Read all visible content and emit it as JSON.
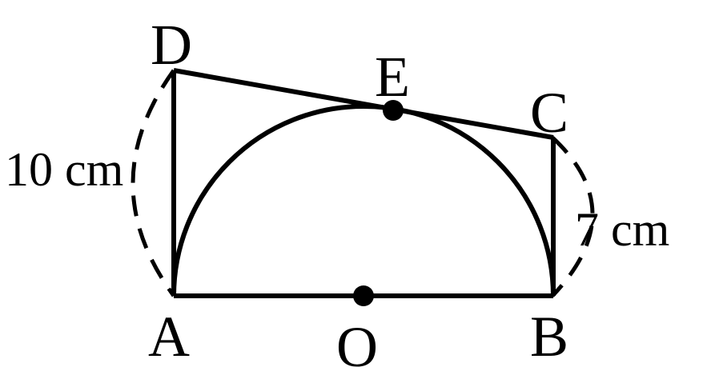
{
  "points": {
    "A": "A",
    "B": "B",
    "C": "C",
    "D": "D",
    "E": "E",
    "O": "O"
  },
  "lengths": {
    "AD": "10 cm",
    "BC": "7 cm"
  },
  "colors": {
    "stroke": "#000000",
    "background": "#ffffff"
  }
}
